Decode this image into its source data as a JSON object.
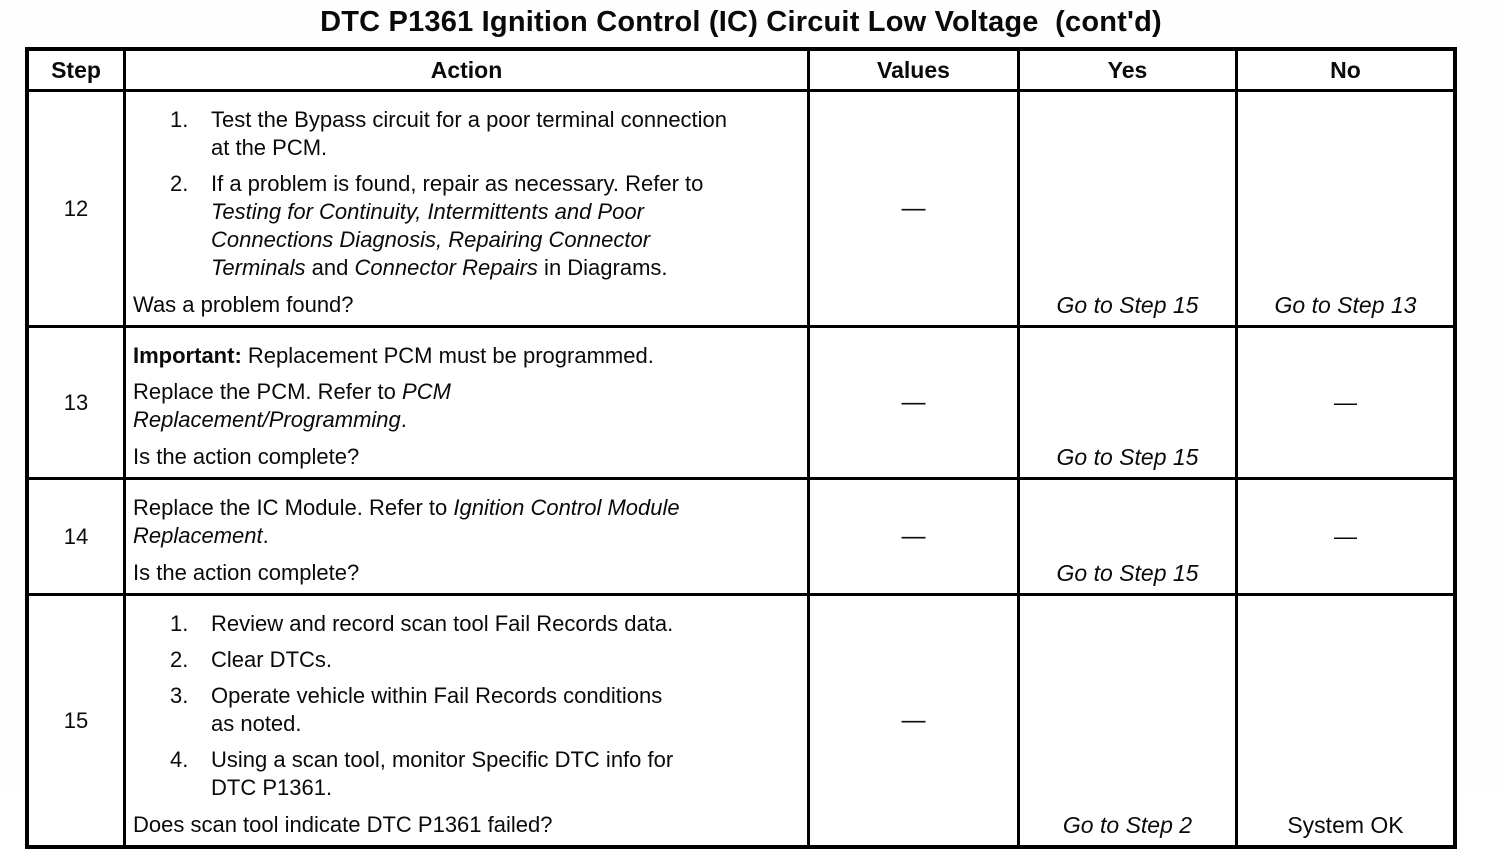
{
  "title": "DTC P1361 Ignition Control (IC) Circuit Low Voltage  (cont'd)",
  "table": {
    "headers": [
      "Step",
      "Action",
      "Values",
      "Yes",
      "No"
    ],
    "rows": [
      {
        "step": "12",
        "action": {
          "items": [
            {
              "num": "1.",
              "runs": [
                {
                  "t": "Test the Bypass circuit for a poor terminal connection"
                },
                {
                  "br": true
                },
                {
                  "t": "at the PCM."
                }
              ]
            },
            {
              "num": "2.",
              "runs": [
                {
                  "t": "If a problem is found, repair as necessary. Refer to"
                },
                {
                  "br": true
                },
                {
                  "t": "Testing for Continuity, Intermittents and Poor",
                  "i": true
                },
                {
                  "br": true
                },
                {
                  "t": "Connections Diagnosis, Repairing Connector",
                  "i": true
                },
                {
                  "br": true
                },
                {
                  "t": "Terminals",
                  "i": true
                },
                {
                  "t": " and "
                },
                {
                  "t": "Connector Repairs",
                  "i": true
                },
                {
                  "t": " in Diagrams."
                }
              ]
            }
          ],
          "question": "Was a problem found?"
        },
        "values": "—",
        "yes": {
          "text": "Go to Step 15",
          "italic": true
        },
        "no": {
          "text": "Go to Step 13",
          "italic": true
        }
      },
      {
        "step": "13",
        "action": {
          "items": [
            {
              "runs": [
                {
                  "t": "Important:",
                  "b": true
                },
                {
                  "t": " Replacement PCM must be programmed."
                }
              ]
            },
            {
              "runs": [
                {
                  "t": "Replace the PCM. Refer to "
                },
                {
                  "t": "PCM",
                  "i": true
                },
                {
                  "br": true
                },
                {
                  "t": "Replacement/Programming",
                  "i": true
                },
                {
                  "t": "."
                }
              ]
            }
          ],
          "question": "Is the action complete?"
        },
        "values": "—",
        "yes": {
          "text": "Go to Step 15",
          "italic": true
        },
        "no": {
          "text": "—",
          "italic": false
        }
      },
      {
        "step": "14",
        "action": {
          "items": [
            {
              "runs": [
                {
                  "t": "Replace the IC Module. Refer to "
                },
                {
                  "t": "Ignition Control Module",
                  "i": true
                },
                {
                  "br": true
                },
                {
                  "t": "Replacement",
                  "i": true
                },
                {
                  "t": "."
                }
              ]
            }
          ],
          "question": "Is the action complete?"
        },
        "values": "—",
        "yes": {
          "text": "Go to Step 15",
          "italic": true
        },
        "no": {
          "text": "—",
          "italic": false
        }
      },
      {
        "step": "15",
        "action": {
          "items": [
            {
              "num": "1.",
              "runs": [
                {
                  "t": "Review and record scan tool Fail Records data."
                }
              ]
            },
            {
              "num": "2.",
              "runs": [
                {
                  "t": "Clear DTCs."
                }
              ]
            },
            {
              "num": "3.",
              "runs": [
                {
                  "t": "Operate vehicle within Fail Records conditions"
                },
                {
                  "br": true
                },
                {
                  "t": "as noted."
                }
              ]
            },
            {
              "num": "4.",
              "runs": [
                {
                  "t": "Using a scan tool, monitor Specific DTC info for"
                },
                {
                  "br": true
                },
                {
                  "t": "DTC P1361."
                }
              ]
            }
          ],
          "question": "Does scan tool indicate DTC P1361 failed?"
        },
        "values": "—",
        "yes": {
          "text": "Go to Step 2",
          "italic": true
        },
        "no": {
          "text": "System OK",
          "italic": false
        }
      }
    ]
  }
}
